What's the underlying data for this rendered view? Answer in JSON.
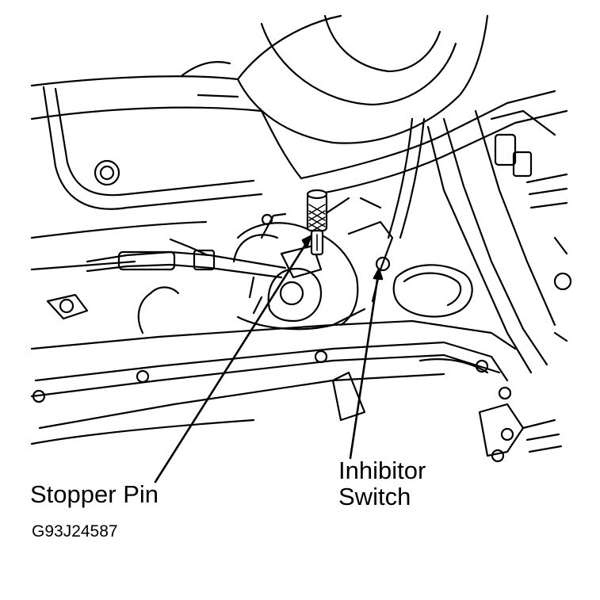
{
  "callouts": {
    "stopper_pin": "Stopper Pin",
    "inhibitor_switch_line1": "Inhibitor",
    "inhibitor_switch_line2": "Switch"
  },
  "figure_id": "G93J24587",
  "colors": {
    "line": "#000000",
    "background": "#ffffff"
  }
}
